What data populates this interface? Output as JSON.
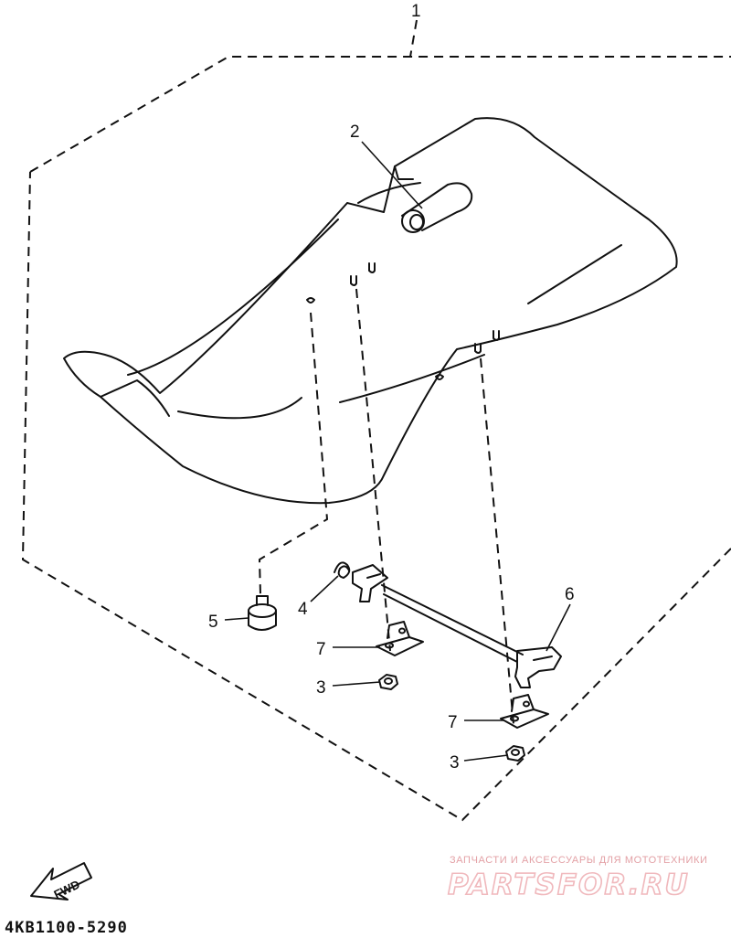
{
  "callouts": {
    "c1": "1",
    "c2": "2",
    "c3a": "3",
    "c3b": "3",
    "c4": "4",
    "c5": "5",
    "c6": "6",
    "c7a": "7",
    "c7b": "7"
  },
  "fwd_label": "FWD",
  "part_code": "4KB1100-5290",
  "watermark": {
    "top": "ЗАПЧАСТИ И АКСЕССУАРЫ ДЛЯ МОТОТЕХНИКИ",
    "brand": "PARTSFOR.RU"
  },
  "colors": {
    "ink": "#111111",
    "watermark": "#e3a0a5"
  }
}
